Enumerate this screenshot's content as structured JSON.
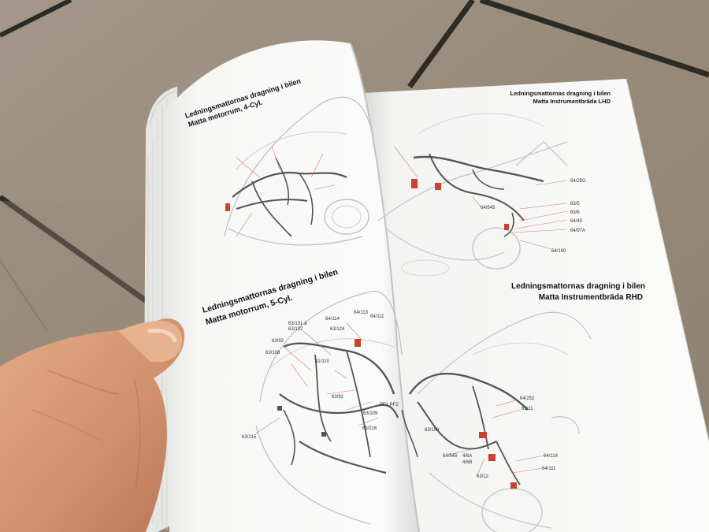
{
  "left_page": {
    "diagram_1": {
      "title": "Ledningsmattornas dragning i bilen",
      "subtitle": "Matta motorrum, 4-Cyl."
    },
    "diagram_2": {
      "title": "Ledningsmattornas dragning i bilen",
      "subtitle": "Matta motorrum, 5-Cyl.",
      "callouts": [
        "63/131 &",
        "63/132",
        "64/114",
        "64/113",
        "64/111",
        "63/124",
        "63/93",
        "63/108",
        "31/110",
        "63/92",
        "63/109",
        "PF1 PF2",
        "63/216",
        "63/215"
      ]
    }
  },
  "right_page": {
    "diagram_1": {
      "title": "Ledningsmattornas dragning i bilen",
      "subtitle": "Matta Instrumentbräda LHD",
      "callouts": [
        "64/25G",
        "63/5",
        "63/6",
        "64/40",
        "64/97A",
        "64/190",
        "64/545"
      ]
    },
    "diagram_2": {
      "title": "Ledningsmattornas dragning i bilen",
      "subtitle": "Matta Instrumentbräda RHD",
      "callouts": [
        "64/252",
        "63/150",
        "63/11",
        "64/114",
        "64/111",
        "63/12",
        "64/545",
        "4/6A",
        "4/6B"
      ]
    }
  },
  "colors": {
    "floor_tile": "#9c8f7c",
    "grout": "#2e2a24",
    "paper": "#fbfbfa",
    "wire": "#555555",
    "connector": "#c8442e",
    "skin": "#d9a07c"
  }
}
